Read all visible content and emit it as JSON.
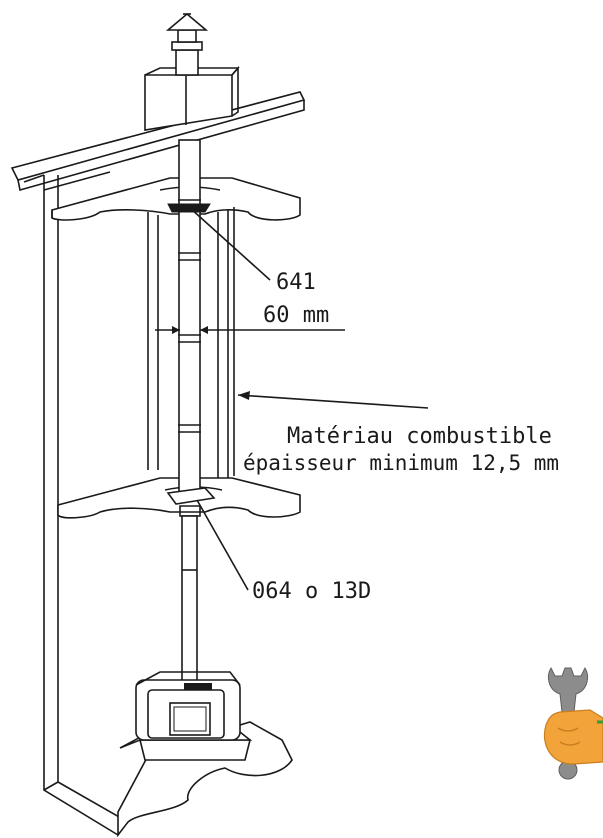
{
  "labels": {
    "part_top": "641",
    "clearance": "60 mm",
    "material_line1": "Matériau combustible",
    "material_line2": "épaisseur minimum 12,5 mm",
    "part_bottom": "064 o 13D"
  },
  "icons": {
    "corner_icon": "wrench-in-hand-icon"
  },
  "colors": {
    "line": "#1a1a1a",
    "hand": "#f2a33a",
    "wrench": "#8c8c8c"
  }
}
